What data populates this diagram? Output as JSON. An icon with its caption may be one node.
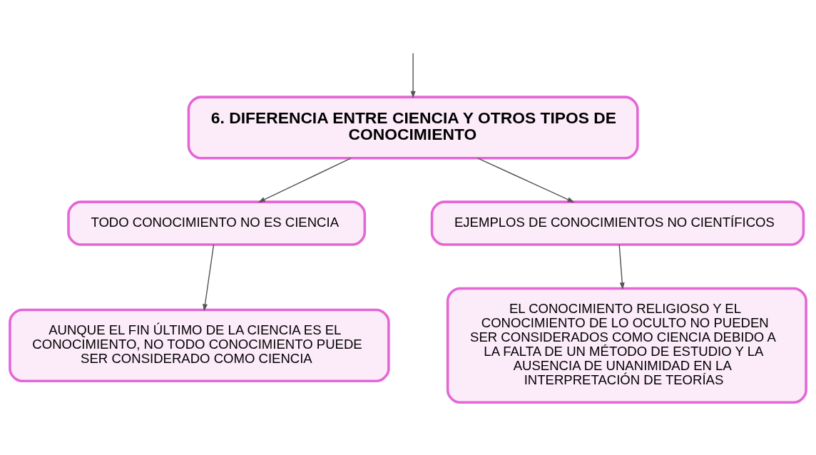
{
  "diagram": {
    "nodes": [
      {
        "text": [
          "6. DIFERENCIA ENTRE CIENCIA Y OTROS TIPOS DE CONOCIMIENTO"
        ]
      },
      {
        "text": [
          "TODO CONOCIMIENTO NO ES CIENCIA"
        ]
      },
      {
        "text": [
          "EJEMPLOS DE CONOCIMIENTOS NO CIENTÍFICOS"
        ]
      },
      {
        "text": [
          "AUNQUE EL FIN ÚLTIMO DE LA CIENCIA ES EL CONOCIMIENTO, NO TODO CONOCIMIENTO PUEDE SER CONSIDERADO COMO CIENCIA"
        ]
      },
      {
        "text": [
          "EL CONOCIMIENTO RELIGIOSO Y EL CONOCIMIENTO DE LO OCULTO NO PUEDEN SER CONSIDERADOS COMO CIENCIA DEBIDO A LA FALTA DE UN MÉTODO DE ESTUDIO Y LA AUSENCIA DE UNANIMIDAD EN LA INTERPRETACIÓN DE TEORÍAS"
        ]
      }
    ],
    "edges": [
      {
        "from": null,
        "to": 0,
        "arrow": "to"
      },
      {
        "from": 0,
        "to": 1,
        "arrow": "to"
      },
      {
        "from": 0,
        "to": 2,
        "arrow": "to"
      },
      {
        "from": 1,
        "to": 3,
        "arrow": "to"
      },
      {
        "from": 2,
        "to": 4,
        "arrow": "to"
      }
    ]
  }
}
